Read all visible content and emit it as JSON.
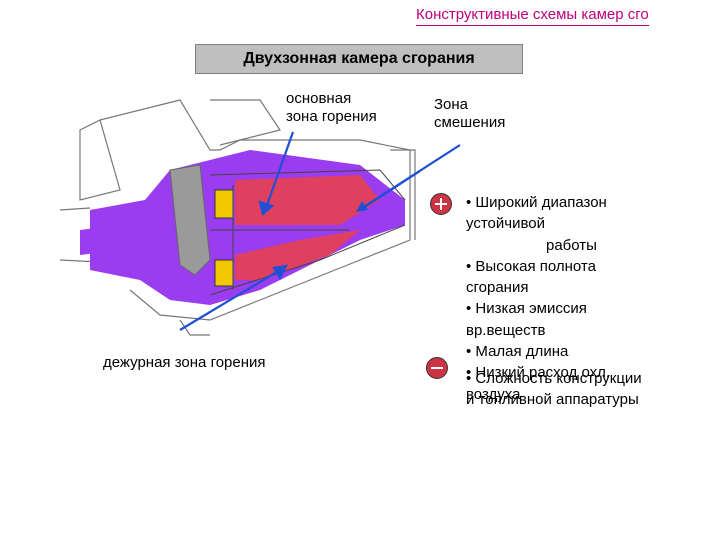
{
  "header": {
    "title": "Конструктивные схемы камер сго"
  },
  "subtitle": "Двухзонная камера сгорания",
  "labels": {
    "main_zone_1": "основная",
    "main_zone_2": "зона горения",
    "mix_zone_1": "Зона",
    "mix_zone_2": "смешения",
    "pilot_zone": "дежурная зона горения"
  },
  "advantages": {
    "icon": "plus-icon",
    "lines": [
      "• Широкий диапазон",
      "устойчивой",
      "работы",
      "• Высокая полнота",
      "сгорания",
      "• Низкая эмиссия",
      "вр.веществ",
      "• Малая длина",
      "• Низкий расход охл.",
      "воздуха"
    ]
  },
  "disadvantages": {
    "icon": "minus-icon",
    "lines": [
      "• Сложность конструкции",
      "и топливной аппаратуры"
    ]
  },
  "colors": {
    "title": "#c0007a",
    "flow": "#9a3cf0",
    "flame": "#e04060",
    "injector": "#f0c800",
    "arrow": "#1f4fd6",
    "badge": "#cc3344"
  }
}
